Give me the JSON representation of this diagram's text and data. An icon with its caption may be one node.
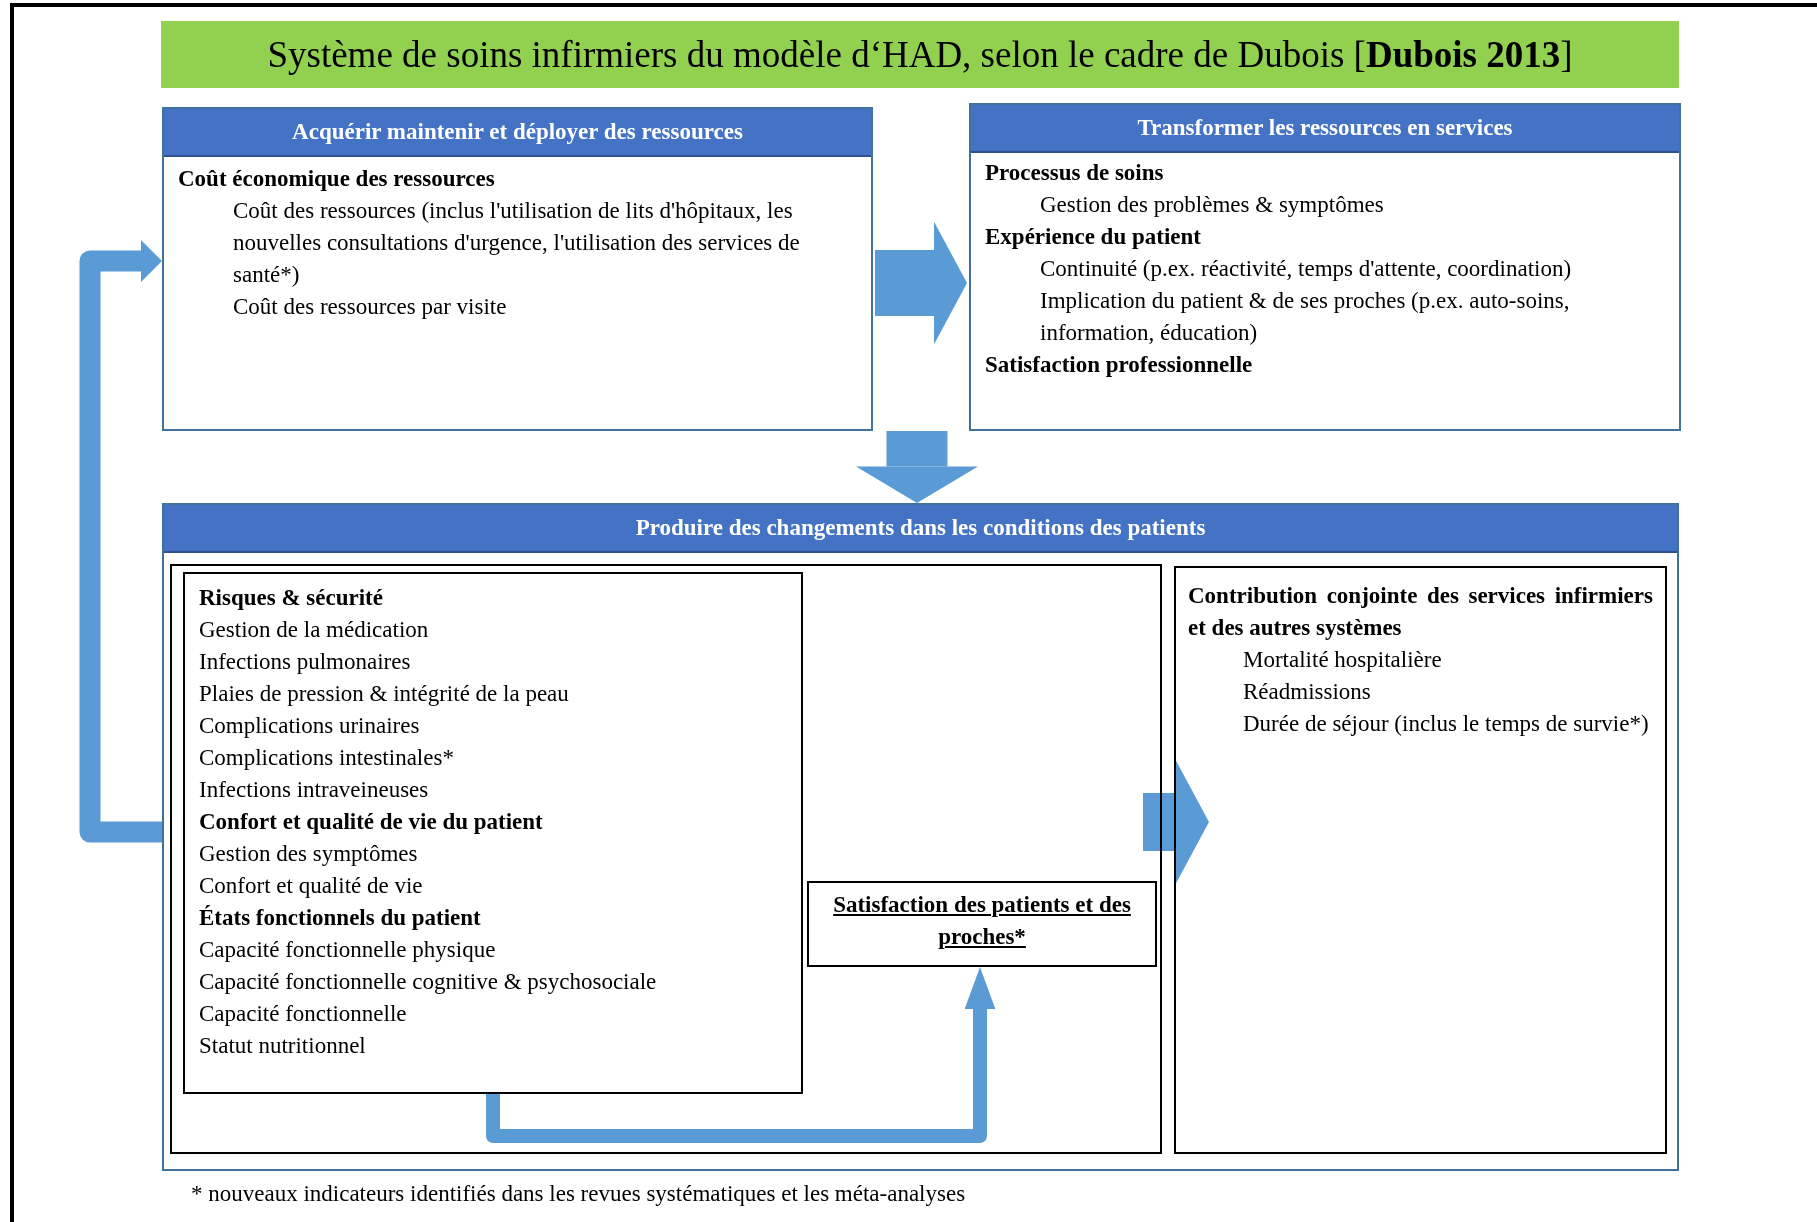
{
  "diagram": {
    "title": "Système de soins infirmiers du modèle d‘HAD, selon le cadre de Dubois [**Dubois 2013**]",
    "nodes": [
      {
        "text": [
          "Acquérir maintenir et déployer des ressources",
          "Coût économique des ressources",
          "Coût des ressources (inclus l'utilisation de lits d'hôpitaux, les nouvelles consultations d'urgence, l'utilisation des services de santé*)",
          "Coût des ressources par visite"
        ]
      },
      {
        "text": [
          "Transformer les ressources en services",
          "Processus de soins",
          "Gestion des problèmes & symptômes",
          "Expérience du patient",
          "Continuité (p.ex. réactivité, temps d'attente, coordination)",
          "Implication du patient & de ses proches (p.ex. auto-soins, information, éducation)",
          "Satisfaction professionnelle"
        ]
      },
      {
        "text": [
          "Produire des changements dans les conditions des patients"
        ]
      },
      {
        "text": [],
        "shape": "box",
        "in": 2
      },
      {
        "text": [
          "Risques & sécurité",
          "Gestion de la médication",
          "Infections pulmonaires",
          "Plaies de pression & intégrité de la peau",
          "Complications urinaires",
          "Complications intestinales*",
          "Infections intraveineuses",
          "Confort et qualité de vie du patient",
          "Gestion des symptômes",
          "Confort et qualité de vie",
          "États fonctionnels du patient",
          "Capacité fonctionnelle physique",
          "Capacité fonctionnelle cognitive & psychosociale",
          "Capacité fonctionnelle",
          "Statut nutritionnel"
        ],
        "in": 3
      },
      {
        "text": [
          "Satisfaction des patients et des proches*"
        ],
        "in": 3
      },
      {
        "text": [
          "Contribution conjointe des services infirmiers et des autres systèmes",
          "Mortalité hospitalière",
          "Réadmissions",
          "Durée de séjour (inclus le temps de survie*)"
        ],
        "in": 2
      }
    ],
    "edges": [
      {
        "from": 0,
        "to": 1,
        "arrow": "to"
      },
      {
        "from": null,
        "to": 2,
        "arrow": "to"
      },
      {
        "from": 3,
        "to": 6,
        "arrow": "to"
      },
      {
        "from": 4,
        "to": 5,
        "arrow": "to"
      },
      {
        "from": 2,
        "to": 0,
        "arrow": "to"
      }
    ],
    "labels": [
      "* nouveaux indicateurs identifiés dans les revues systématiques et les méta-analyses"
    ]
  }
}
